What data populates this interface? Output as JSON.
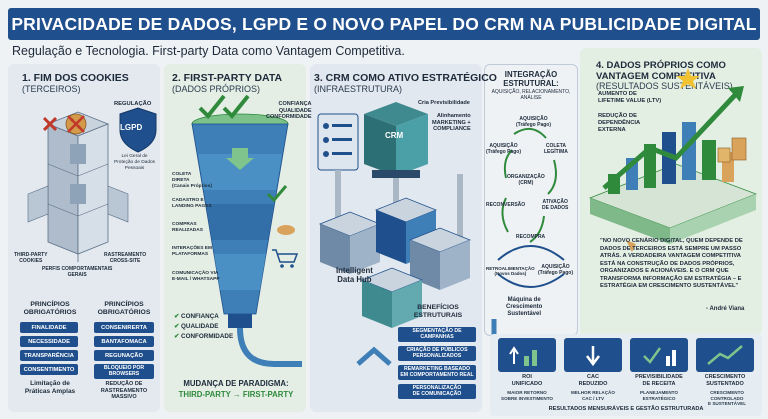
{
  "header": {
    "title": "PRIVACIDADE DE DADOS, LGPD E O NOVO PAPEL DO CRM NA PUBLICIDADE DIGITAL",
    "subtitle": "Regulação e Tecnologia. First-party Data como Vantagem Competitiva."
  },
  "section1": {
    "title": "1. FIM DOS COOKIES",
    "subtitle": "(TERCEIROS)",
    "regulacao": "REGULAÇÃO",
    "lgpd_badge": "LGPD",
    "lgpd_caption": "Lei Geral de\nProteção de Dados\nPessoais",
    "third_party": "THIRD-PARTY\nCOOKIES",
    "rastreamento": "RASTREAMENTO\nCROSS-SITE",
    "perfis": "PERFIS COMPORTAMENTAIS\nGERAIS",
    "principios_left_title": "PRINCÍPIOS\nOBRIGATÓRIOS",
    "principios_left": [
      "FINALIDADE",
      "NECESSIDADE",
      "TRANSPARÊNCIA",
      "CONSENTIMENTO"
    ],
    "principios_left_footer": "Limitação de\nPráticas Amplas",
    "principios_right_title": "PRINCÍPIOS\nOBRIGATÓRIOS",
    "principios_right": [
      "CONSENIRERTA",
      "BANTAFOMACA",
      "REGUNAÇÃO",
      "BLOQUEIO POR\nBROWSERS"
    ],
    "principios_right_footer": "REDUÇÃO DE\nRASTREAMENTO\nMASSIVO"
  },
  "section2": {
    "title": "2. FIRST-PARTY DATA",
    "subtitle": "(DADOS PRÓPRIOS)",
    "top_checks": "CONFIANÇA\nQUALIDADE\nCONFORMIDADE",
    "sources": [
      "COLETA\nDIRETA\n(Canais Próprios)",
      "CADASTRO E\nLANDING PAGES",
      "COMPRAS\nREALIZADAS",
      "INTERAÇÕES EM\nPLATAFORMAS",
      "COMUNICAÇÃO VIA\nE-MAIL / WHATSAPP"
    ],
    "bottom_checks": [
      "CONFIANÇA",
      "QUALIDADE",
      "CONFORMIDADE"
    ],
    "paradigm_title": "MUDANÇA DE PARADIGMA:",
    "paradigm_text": "THIRD-PARTY → FIRST-PARTY"
  },
  "section3": {
    "title": "3. CRM COMO ATIVO ESTRATÉGICO",
    "subtitle": "(INFRAESTRUTURA)",
    "cria": "Cria Previsibilidade",
    "alinhamento": "Alinhamento\nMARKETING +\nCOMPLIANCE",
    "crm_label": "CRM",
    "hub": "Intelligent\nData Hub",
    "beneficios_title": "BENEFÍCIOS\nESTRUTURAIS",
    "beneficios": [
      "SEGMENTAÇÃO DE\nCAMPANHAS",
      "CRIAÇÃO DE PÚBLICOS\nPERSONALIZADOS",
      "REMARKETING BASEADO\nEM COMPORTAMENTO REAL",
      "PERSONALIZAÇÃO\nDE COMUNICAÇÃO"
    ]
  },
  "integration": {
    "title": "INTEGRAÇÃO\nESTRUTURAL:",
    "subtitle": "AQUISIÇÃO, RELACIONAMENTO,\nANÁLISE",
    "nodes": [
      "AQUISIÇÃO\n(Tráfego Pago)",
      "AQUISIÇÃO\n(Tráfego Pago)",
      "COLETA\nLEGÍTIMA",
      "ORGANIZAÇÃO\n(CRM)",
      "RECONVERSÃO",
      "ATIVAÇÃO\nDE DADOS",
      "RECOMPRA",
      "RETROALIMENTAÇÃO\n(Novos Dados)",
      "AQUISIÇÃO\n(Tráfego Pago)"
    ],
    "machine": "Máquina de\nCrescimento\nSustentável"
  },
  "section4": {
    "title": "4. DADOS PRÓPRIOS COMO\nVANTAGEM COMPETITIVA",
    "subtitle": "(RESULTADOS SUSTENTÁVEIS)",
    "ltv": "AUMENTO DE\nLIFETIME VALUE (LTV)",
    "dependencia": "REDUÇÃO DE\nDEPENDÊNCIA\nEXTERNA",
    "quote": "\"NO NOVO CENÁRIO DIGITAL, QUEM DEPENDE DE DADOS DE TERCEIROS ESTÁ SEMPRE UM PASSO ATRÁS. A VERDADEIRA VANTAGEM COMPETITIVA ESTÁ NA CONSTRUÇÃO DE DADOS PRÓPRIOS, ORGANIZADOS E ACIONÁVEIS. E O CRM QUE TRANSFORMA INFORMAÇÃO EM ESTRATÉGIA – E ESTRATÉGIA EM CRESCIMENTO SUSTENTÁVEL\"",
    "author": "- André Viana"
  },
  "kpis": {
    "items": [
      {
        "title": "ROI\nUNIFICADO",
        "note": "MAIOR RETORNO\nSOBRE INVESTIMENTO"
      },
      {
        "title": "CAC\nREDUZIDO",
        "note": "MELHOR RELAÇÃO\nCAC / LTV"
      },
      {
        "title": "PREVISIBILIDADE\nDE RECEITA",
        "note": "PLANEJAMENTO\nESTRATÉGICO"
      },
      {
        "title": "CRESCIMENTO\nSUSTENTADO",
        "note": "CRESCIMENTO CONTROLADO\nE SUSTENTÁVEL"
      }
    ],
    "footer": "RESULTADOS MENSURÁVEIS E GESTÃO ESTRUTURADA"
  },
  "colors": {
    "navy": "#1f4f8c",
    "green": "#2f8a3c",
    "teal": "#3e8a8f"
  }
}
